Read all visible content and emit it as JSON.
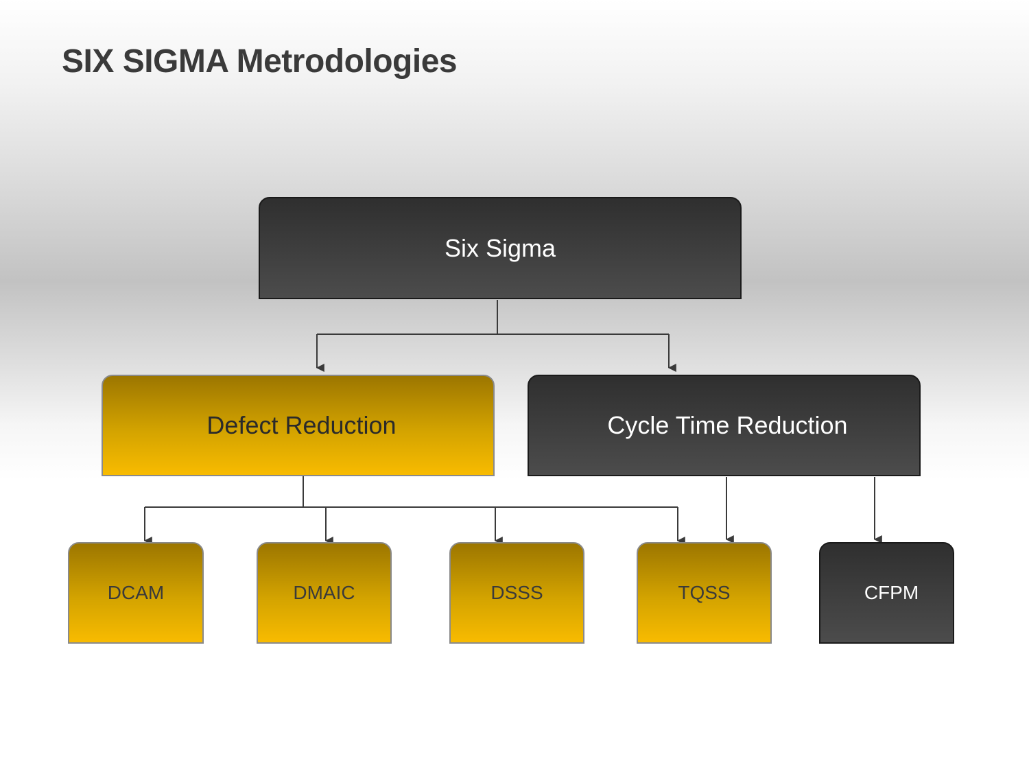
{
  "title": "SIX SIGMA Metrodologies",
  "root": {
    "label": "Six Sigma"
  },
  "branches": {
    "defect": {
      "label": "Defect Reduction"
    },
    "cycle": {
      "label": "Cycle Time Reduction"
    }
  },
  "leaves": [
    {
      "label": "DCAM"
    },
    {
      "label": "DMAIC"
    },
    {
      "label": "DSSS"
    },
    {
      "label": "TQSS"
    },
    {
      "label": "CFPM"
    }
  ],
  "colors": {
    "dark_node": "#3c3c3c",
    "gold_node": "#f8bb00",
    "connector": "#3a3a3a"
  }
}
